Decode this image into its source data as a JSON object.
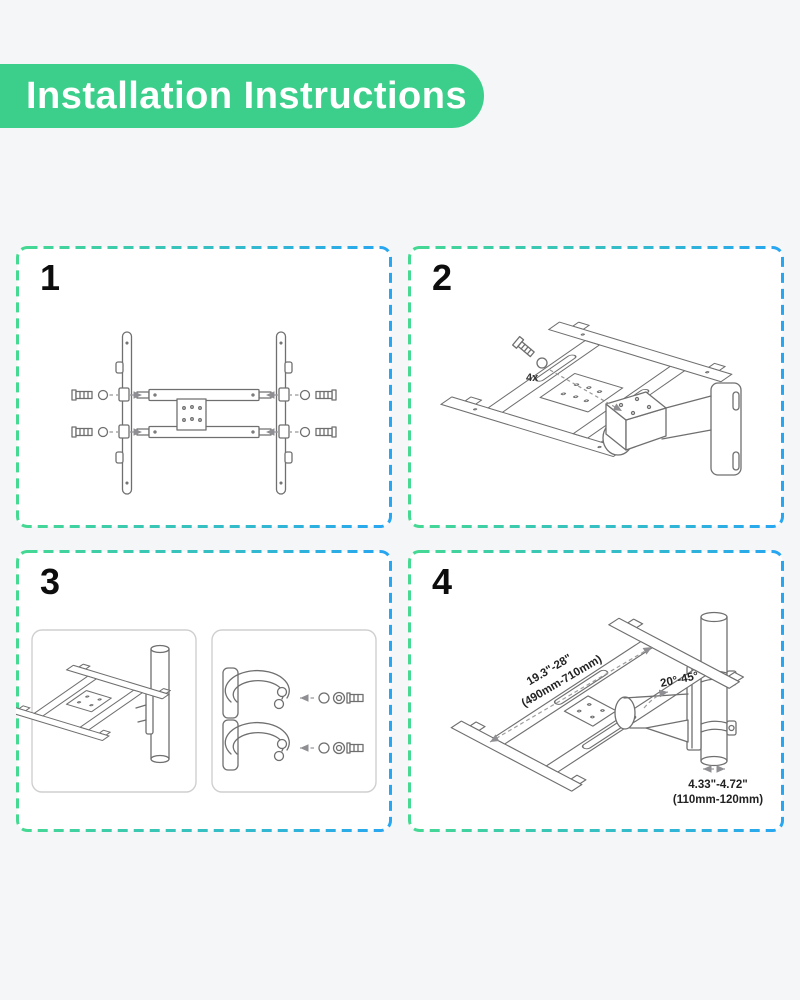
{
  "header": {
    "title": "Installation Instructions"
  },
  "theme": {
    "banner_green": "#3ccf8b",
    "border_gradient_start": "#45d992",
    "border_gradient_end": "#27a6f2",
    "page_background": "#f5f6f8",
    "panel_background": "#ffffff",
    "line_art_color": "#6f6f6f"
  },
  "panels": {
    "step1": {
      "number": "1"
    },
    "step2": {
      "number": "2",
      "hardware_count": "4x"
    },
    "step3": {
      "number": "3"
    },
    "step4": {
      "number": "4",
      "arm_length_in": "19.3\"-28\"",
      "arm_length_mm": "(490mm-710mm)",
      "tilt_angle": "20°-45°",
      "pole_diameter_in": "4.33\"-4.72\"",
      "pole_diameter_mm": "(110mm-120mm)"
    }
  }
}
